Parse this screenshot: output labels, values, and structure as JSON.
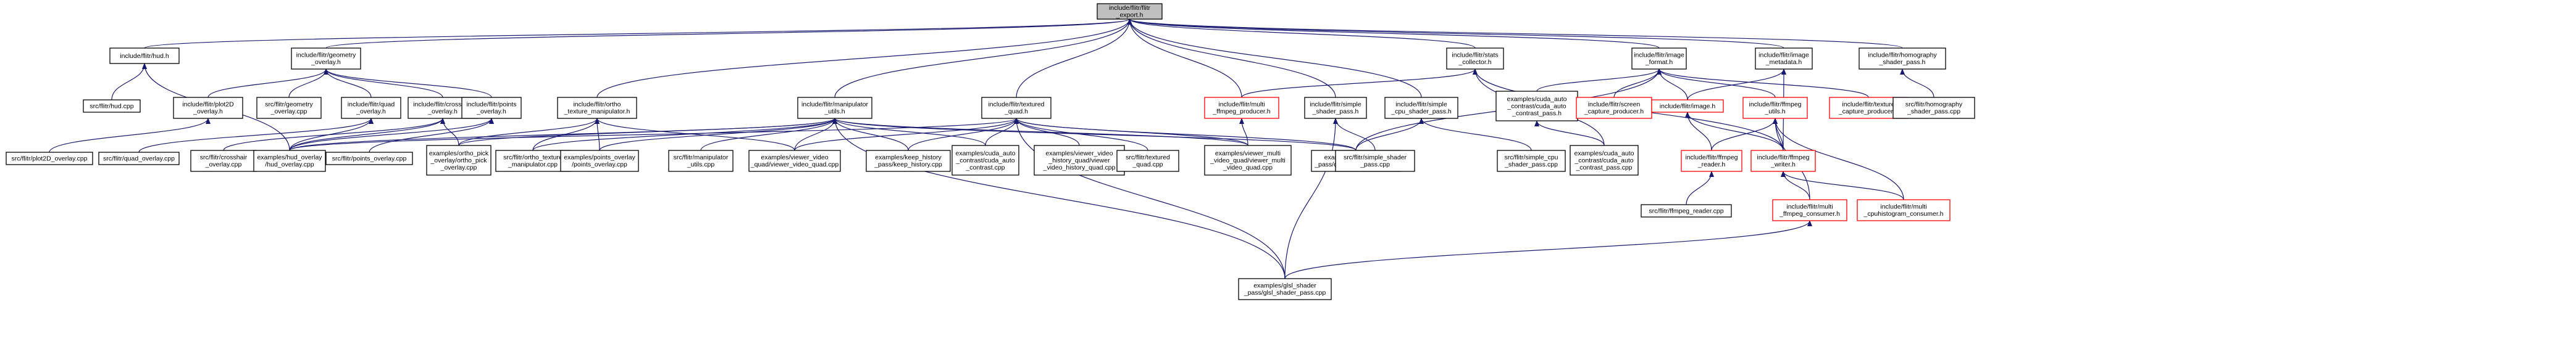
{
  "colors": {
    "edge": "#191970",
    "node_border": "#000000",
    "node_border_missing": "#ff0000",
    "root_fill": "#bfbfbf",
    "background": "#ffffff"
  },
  "nodes": [
    {
      "id": "export",
      "lines": [
        "include/flitr/flitr",
        "_export.h"
      ],
      "root": true
    },
    {
      "id": "hud_h",
      "lines": [
        "include/flitr/hud.h"
      ]
    },
    {
      "id": "geom_h",
      "lines": [
        "include/flitr/geometry",
        "_overlay.h"
      ]
    },
    {
      "id": "ortho_h",
      "lines": [
        "include/flitr/ortho",
        "_texture_manipulator.h"
      ]
    },
    {
      "id": "manip_h",
      "lines": [
        "include/flitr/manipulator",
        "_utils.h"
      ]
    },
    {
      "id": "textured_h",
      "lines": [
        "include/flitr/textured",
        "_quad.h"
      ]
    },
    {
      "id": "multiprod_h",
      "lines": [
        "include/flitr/multi",
        "_ffmpeg_producer.h"
      ],
      "red": true
    },
    {
      "id": "simpleshader_h",
      "lines": [
        "include/flitr/simple",
        "_shader_pass.h"
      ]
    },
    {
      "id": "simplecpu_h",
      "lines": [
        "include/flitr/simple",
        "_cpu_shader_pass.h"
      ]
    },
    {
      "id": "stats_h",
      "lines": [
        "include/flitr/stats",
        "_collector.h"
      ]
    },
    {
      "id": "imgformat_h",
      "lines": [
        "include/flitr/image",
        "_format.h"
      ]
    },
    {
      "id": "imgmeta_h",
      "lines": [
        "include/flitr/image",
        "_metadata.h"
      ]
    },
    {
      "id": "homog_h",
      "lines": [
        "include/flitr/homography",
        "_shader_pass.h"
      ]
    },
    {
      "id": "hud_cpp",
      "lines": [
        "src/flitr/hud.cpp"
      ]
    },
    {
      "id": "plot2d_h",
      "lines": [
        "include/flitr/plot2D",
        "_overlay.h"
      ]
    },
    {
      "id": "geom_cpp",
      "lines": [
        "src/flitr/geometry",
        "_overlay.cpp"
      ]
    },
    {
      "id": "quad_h",
      "lines": [
        "include/flitr/quad",
        "_overlay.h"
      ]
    },
    {
      "id": "cross_h",
      "lines": [
        "include/flitr/crosshair",
        "_overlay.h"
      ]
    },
    {
      "id": "points_h",
      "lines": [
        "include/flitr/points",
        "_overlay.h"
      ]
    },
    {
      "id": "cudaauto_h",
      "lines": [
        "examples/cuda_auto",
        "_contrast/cuda_auto",
        "_contrast_pass.h"
      ]
    },
    {
      "id": "screen_h",
      "lines": [
        "include/flitr/screen",
        "_capture_producer.h"
      ],
      "red": true
    },
    {
      "id": "image_h",
      "lines": [
        "include/flitr/image.h"
      ],
      "red": true
    },
    {
      "id": "ffutils_h",
      "lines": [
        "include/flitr/ffmpeg",
        "_utils.h"
      ],
      "red": true
    },
    {
      "id": "texcap_h",
      "lines": [
        "include/flitr/texture",
        "_capture_producer.h"
      ],
      "red": true
    },
    {
      "id": "homog_cpp",
      "lines": [
        "src/flitr/homography",
        "_shader_pass.cpp"
      ]
    },
    {
      "id": "plot2d_cpp",
      "lines": [
        "src/flitr/plot2D_overlay.cpp"
      ]
    },
    {
      "id": "quad_cpp",
      "lines": [
        "src/flitr/quad_overlay.cpp"
      ]
    },
    {
      "id": "cross_cpp",
      "lines": [
        "src/flitr/crosshair",
        "_overlay.cpp"
      ]
    },
    {
      "id": "hudov_cpp",
      "lines": [
        "examples/hud_overlay",
        "/hud_overlay.cpp"
      ]
    },
    {
      "id": "points_cpp",
      "lines": [
        "src/flitr/points_overlay.cpp"
      ]
    },
    {
      "id": "orthopick_cpp",
      "lines": [
        "examples/ortho_pick",
        "_overlay/ortho_pick",
        "_overlay.cpp"
      ]
    },
    {
      "id": "orthotex_cpp",
      "lines": [
        "src/flitr/ortho_texture",
        "_manipulator.cpp"
      ]
    },
    {
      "id": "pointsov_cpp",
      "lines": [
        "examples/points_overlay",
        "/points_overlay.cpp"
      ]
    },
    {
      "id": "manip_cpp",
      "lines": [
        "src/flitr/manipulator",
        "_utils.cpp"
      ]
    },
    {
      "id": "viewerquad_cpp",
      "lines": [
        "examples/viewer_video",
        "_quad/viewer_video_quad.cpp"
      ]
    },
    {
      "id": "keephist_cpp",
      "lines": [
        "examples/keep_history",
        "_pass/keep_history.cpp"
      ]
    },
    {
      "id": "cudaauto_cpp",
      "lines": [
        "examples/cuda_auto",
        "_contrast/cuda_auto",
        "_contrast.cpp"
      ]
    },
    {
      "id": "viewerhist_cpp",
      "lines": [
        "examples/viewer_video",
        "_history_quad/viewer",
        "_video_history_quad.cpp"
      ]
    },
    {
      "id": "textured_cpp",
      "lines": [
        "src/flitr/textured",
        "_quad.cpp"
      ]
    },
    {
      "id": "multiquad_cpp",
      "lines": [
        "examples/viewer_multi",
        "_video_quad/viewer_multi",
        "_video_quad.cpp"
      ]
    },
    {
      "id": "cpushader_cpp",
      "lines": [
        "examples/cpu_shader",
        "_pass/cpu_shader_pass.cpp"
      ]
    },
    {
      "id": "simpleshader_cpp",
      "lines": [
        "src/flitr/simple_shader",
        "_pass.cpp"
      ]
    },
    {
      "id": "simplecpu_cpp",
      "lines": [
        "src/flitr/simple_cpu",
        "_shader_pass.cpp"
      ]
    },
    {
      "id": "cudaautopass_cpp",
      "lines": [
        "examples/cuda_auto",
        "_contrast/cuda_auto",
        "_contrast_pass.cpp"
      ]
    },
    {
      "id": "ffreader_h",
      "lines": [
        "include/flitr/ffmpeg",
        "_reader.h"
      ],
      "red": true
    },
    {
      "id": "ffwriter_h",
      "lines": [
        "include/flitr/ffmpeg",
        "_writer.h"
      ],
      "red": true
    },
    {
      "id": "ffreader_cpp",
      "lines": [
        "src/flitr/ffmpeg_reader.cpp"
      ]
    },
    {
      "id": "multicons_h",
      "lines": [
        "include/flitr/multi",
        "_ffmpeg_consumer.h"
      ],
      "red": true
    },
    {
      "id": "cpuhist_h",
      "lines": [
        "include/flitr/multi",
        "_cpuhistogram_consumer.h"
      ],
      "red": true
    },
    {
      "id": "glsl_cpp",
      "lines": [
        "examples/glsl_shader",
        "_pass/glsl_shader_pass.cpp"
      ]
    }
  ]
}
